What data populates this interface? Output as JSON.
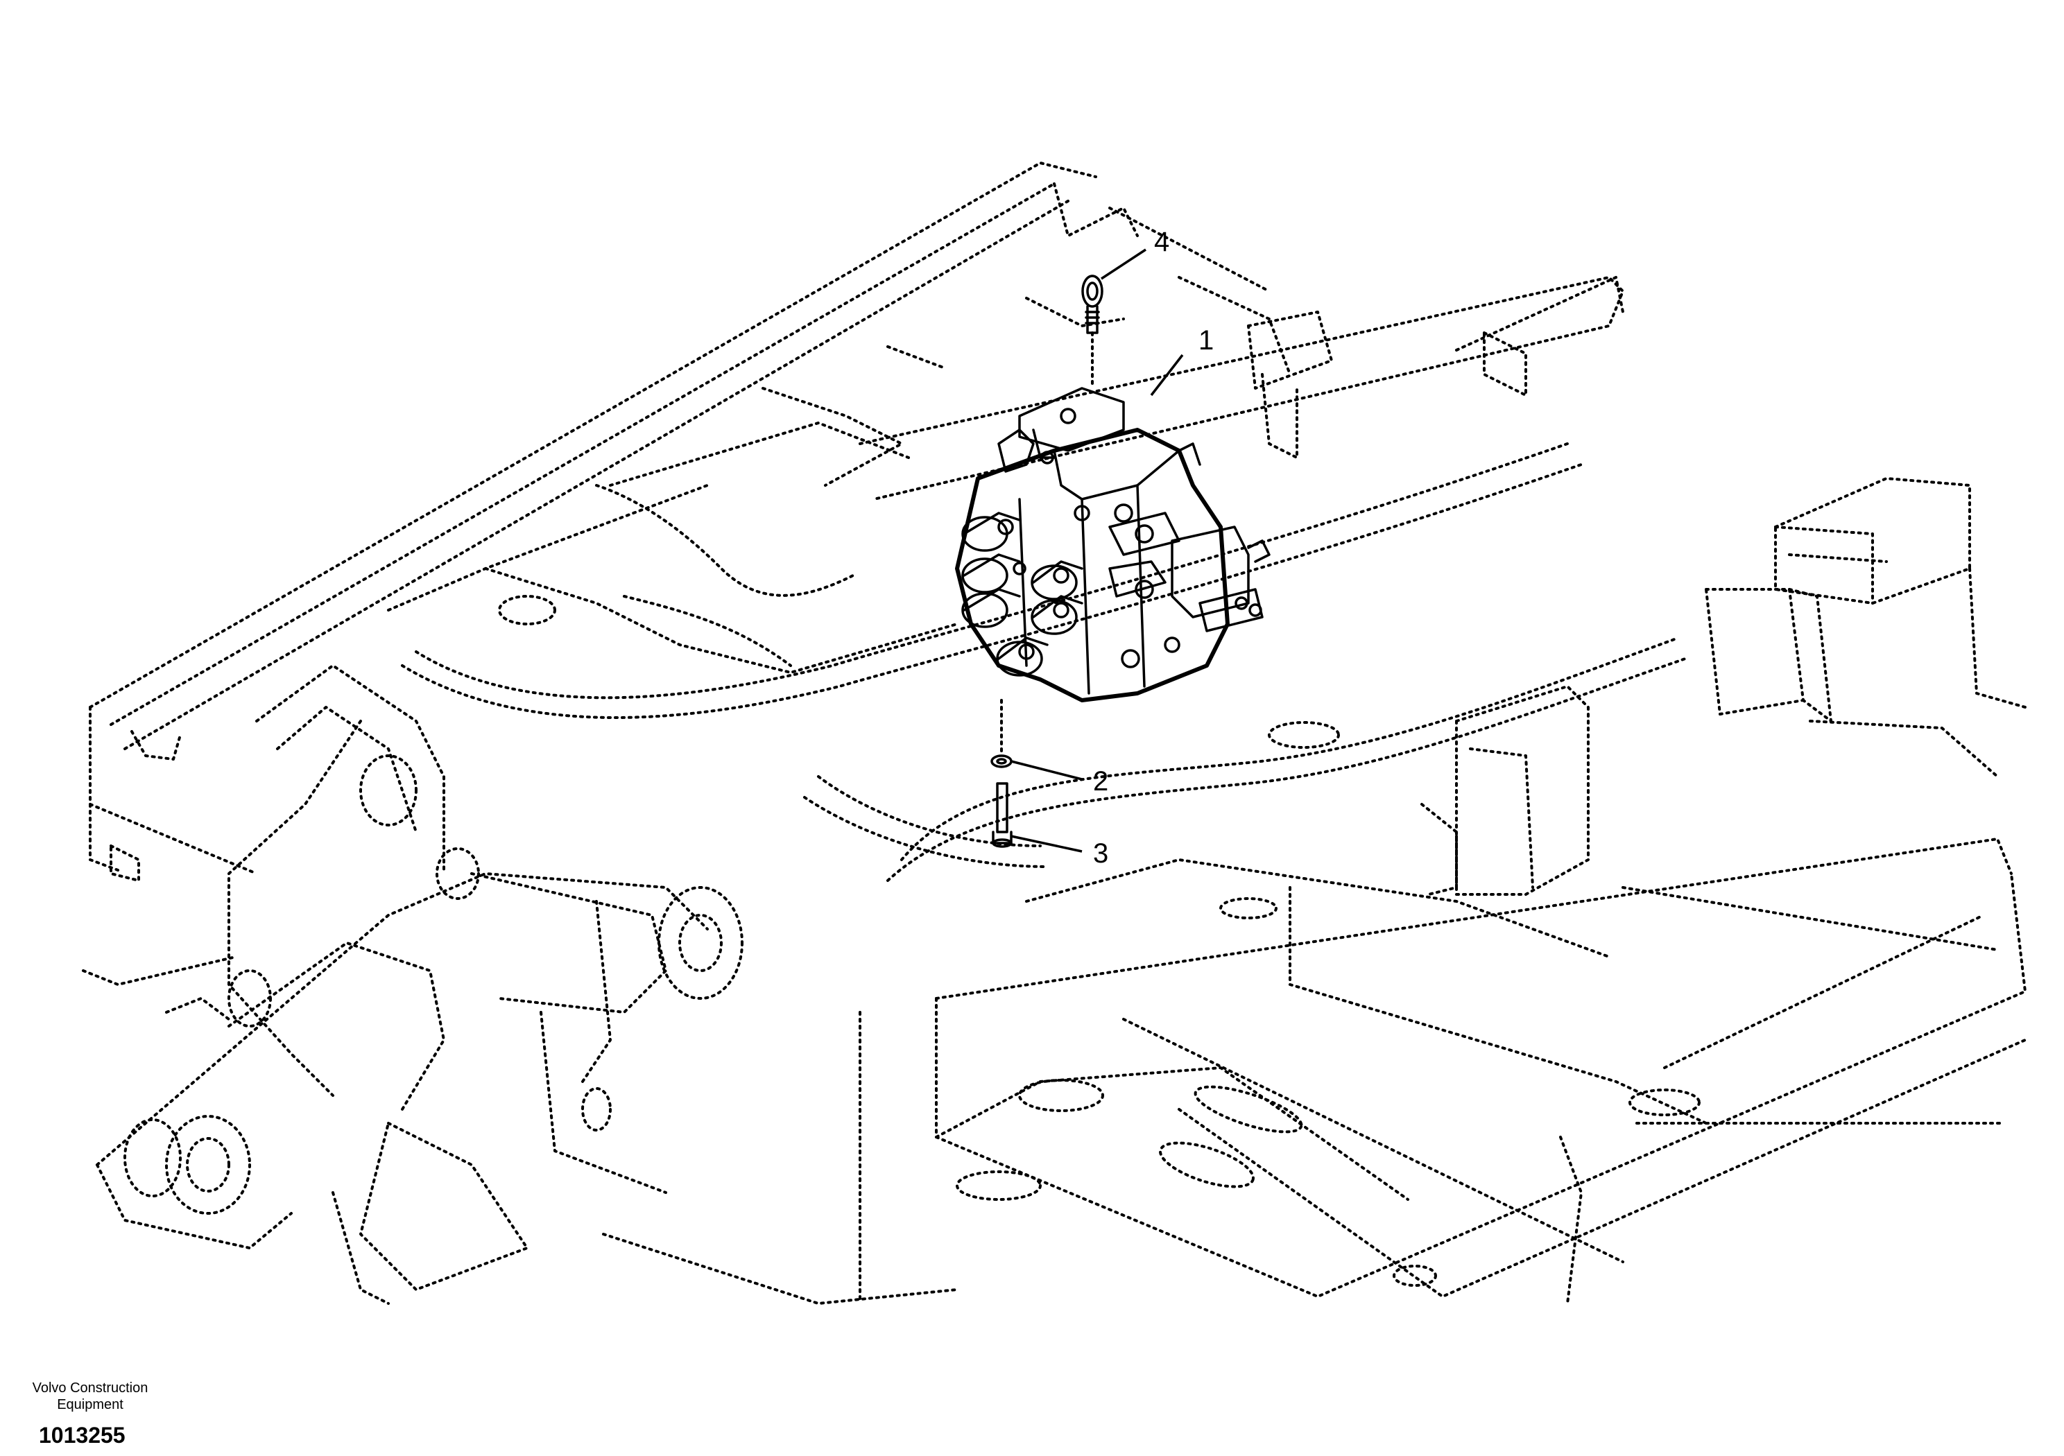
{
  "diagram": {
    "callouts": [
      {
        "id": "callout-1",
        "label": "1"
      },
      {
        "id": "callout-2",
        "label": "2"
      },
      {
        "id": "callout-3",
        "label": "3"
      },
      {
        "id": "callout-4",
        "label": "4"
      }
    ]
  },
  "footer": {
    "maker": "Volvo Construction Equipment",
    "drawing_number": "1013255"
  }
}
